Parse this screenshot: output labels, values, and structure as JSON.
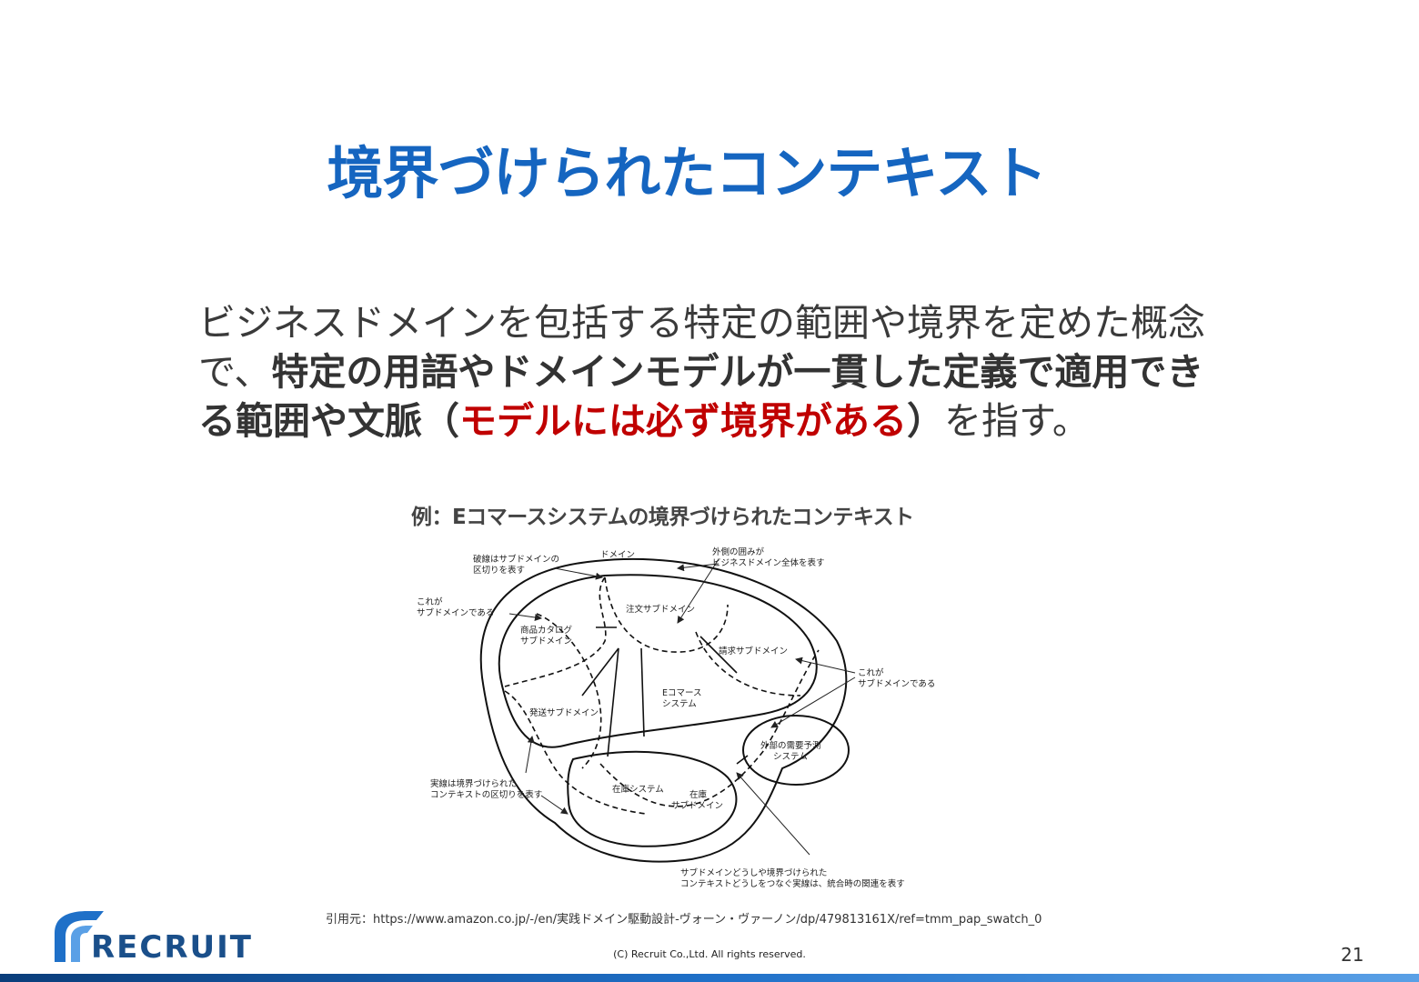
{
  "slide": {
    "title": "境界づけられたコンテキスト",
    "body": {
      "part1": "ビジネスドメインを包括する特定の範囲や境界を定めた概念で、",
      "part2": "特定の用語やドメインモデルが一貫した定義で適用できる範囲や文脈（",
      "part3": "モデルには必ず境界がある",
      "part4": "）",
      "part5": "を指す。"
    },
    "figure_caption": "例：Eコマースシステムの境界づけられたコンテキスト",
    "diagram": {
      "label_subdomain_divider": "破線はサブドメインの",
      "label_subdomain_divider_2": "区切りを表す",
      "label_domain": "ドメイン",
      "label_outer": "外側の囲みが",
      "label_outer_2": "ビジネスドメイン全体を表す",
      "label_this_is_sub_left": "これが",
      "label_this_is_sub_left_2": "サブドメインである",
      "label_catalog": "商品カタログ",
      "label_catalog_2": "サブドメイン",
      "label_order": "注文サブドメイン",
      "label_billing": "請求サブドメイン",
      "label_this_is_sub_right": "これが",
      "label_this_is_sub_right_2": "サブドメインである",
      "label_ecommerce": "Eコマース",
      "label_ecommerce_2": "システム",
      "label_shipping": "発送サブドメイン",
      "label_forecast": "外部の需要予測",
      "label_forecast_2": "システム",
      "label_solid": "実線は境界づけられた",
      "label_solid_2": "コンテキストの区切りを表す",
      "label_inventory_system": "在庫システム",
      "label_inventory_sub": "在庫",
      "label_inventory_sub_2": "サブドメイン",
      "label_integration": "サブドメインどうしや境界づけられた",
      "label_integration_2": "コンテキストどうしをつなぐ実線は、統合時の関連を表す"
    },
    "citation": "引用元：https://www.amazon.co.jp/-/en/実践ドメイン駆動設計-ヴォーン・ヴァーノン/dp/479813161X/ref=tmm_pap_swatch_0",
    "logo_text": "RECRUIT",
    "copyright": "(C) Recruit Co.,Ltd. All rights reserved.",
    "page_number": "21"
  },
  "colors": {
    "title": "#1565c0",
    "emphasis_red": "#c00000",
    "footer_bar": "#1f70c8",
    "logo": "#1a4f8a"
  }
}
